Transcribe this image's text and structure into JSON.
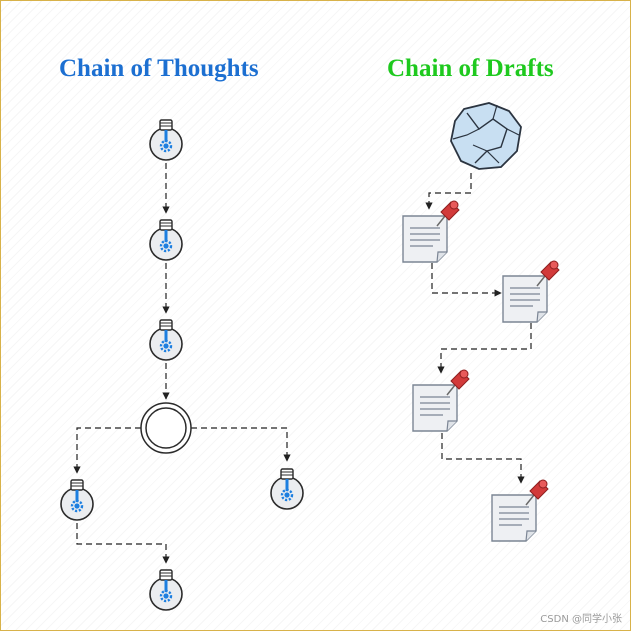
{
  "titles": {
    "cot": "Chain of Thoughts",
    "cod": "Chain of Drafts"
  },
  "colors": {
    "cot_title": "#1c6fd1",
    "cod_title": "#1ec91e",
    "border": "#d8b24a",
    "connector": "#222222",
    "bulb_accent": "#1d7fe0",
    "pin": "#d23a3a"
  },
  "icons": {
    "cot_node": "lightbulb-gear-icon",
    "cot_branch": "circle-junction-icon",
    "cod_start": "crumpled-paper-icon",
    "cod_node": "pinned-note-icon"
  },
  "watermark": "CSDN @同学小张"
}
